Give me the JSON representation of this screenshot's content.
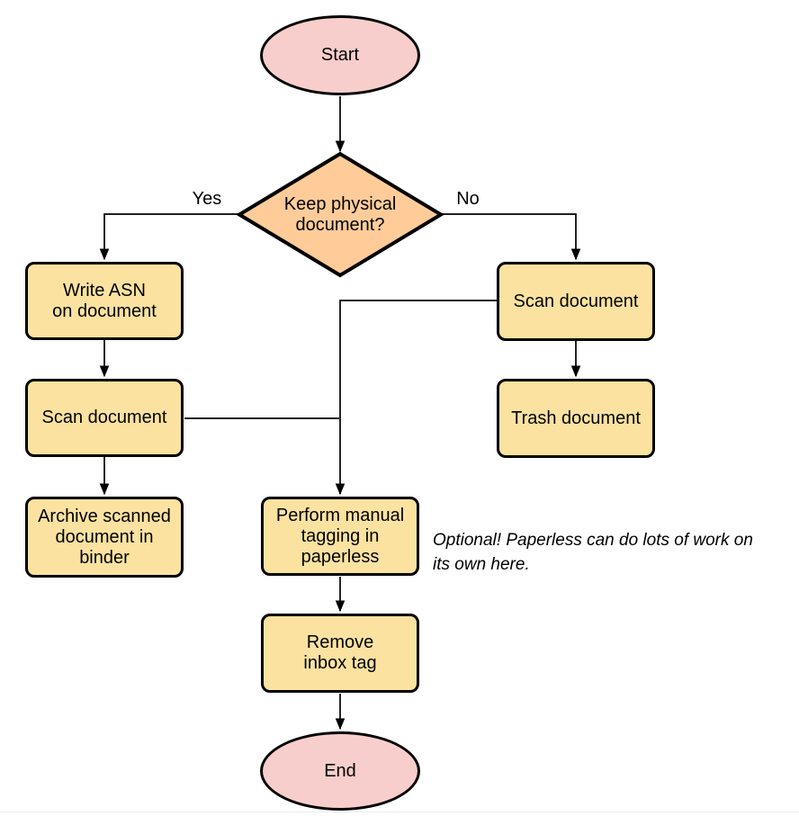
{
  "colors": {
    "terminal_fill": "#F8CECC",
    "decision_fill": "#FFCC99",
    "process_fill": "#FBE2A0",
    "stroke": "#000000"
  },
  "nodes": {
    "start": {
      "label": "Start"
    },
    "decision": {
      "label": "Keep physical\ndocument?"
    },
    "write_asn": {
      "label": "Write ASN\non document"
    },
    "scan_left": {
      "label": "Scan document"
    },
    "archive": {
      "label": "Archive scanned\ndocument in\nbinder"
    },
    "scan_right": {
      "label": "Scan document"
    },
    "trash": {
      "label": "Trash document"
    },
    "tagging": {
      "label": "Perform manual\ntagging in\npaperless"
    },
    "remove_inbox": {
      "label": "Remove\ninbox tag"
    },
    "end": {
      "label": "End"
    }
  },
  "edge_labels": {
    "yes": "Yes",
    "no": "No"
  },
  "note": {
    "text": "Optional! Paperless can do lots of work on\nits own here."
  }
}
